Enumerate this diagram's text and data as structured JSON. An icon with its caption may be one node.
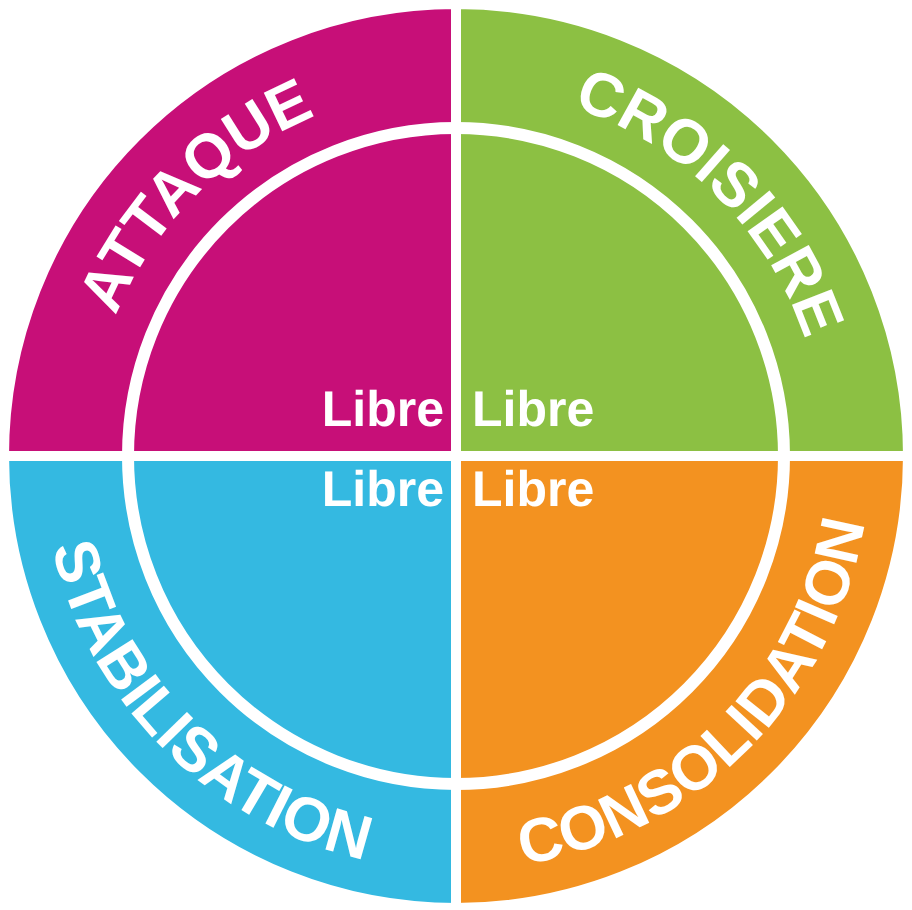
{
  "diagram": {
    "nodes": [
      {
        "text": [
          "ATTAQUE",
          "Libre"
        ]
      },
      {
        "text": [
          "CROISIERE",
          "Libre"
        ]
      },
      {
        "text": [
          "Libre",
          "STABILISATION"
        ]
      },
      {
        "text": [
          "Libre",
          "CONSOLIDATION"
        ]
      }
    ]
  }
}
